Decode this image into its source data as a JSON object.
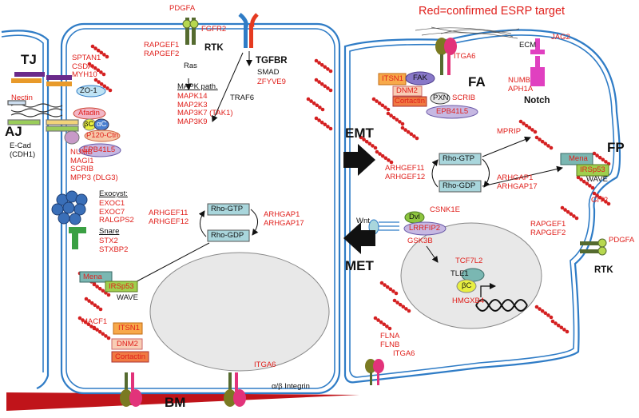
{
  "header": {
    "legend": "Red=confirmed ESRP target"
  },
  "left_cell": {
    "junctions": {
      "tight": "TJ",
      "adherens": "AJ"
    },
    "ecad_label": "E-Cad\n(CDH1)",
    "tj_targets": "SPTAN1\nCSDA\nMYH10",
    "zo1": "ZO-1",
    "nectin": "Nectin",
    "afadin": "Afadin",
    "beta_catenin": "βC",
    "alpha_catenin": "αC",
    "p120": "P120-Ctn",
    "epb41l5": "EPB41L5",
    "polarity_targets": "NUMB\nMAGI1\nSCRIB\nMPP3 (DLG3)",
    "exocyst_header": "Exocyst:",
    "exocyst_targets": "EXOC1\nEXOC7\nRALGPS2",
    "snare_header": "Snare",
    "snare_targets": "STX2\nSTXBP2",
    "pdgfa": "PDGFA",
    "fgfr2": "FGFR2",
    "rapgef": "RAPGEF1\nRAPGEF2",
    "rtk": "RTK",
    "tgfbr": "TGFBR",
    "ras": "Ras",
    "mapk_header": "MAPK path.",
    "mapk_targets": "MAPK14\nMAP2K3\nMAP3K7 (TAK1)\nMAP3K9",
    "smad": "SMAD",
    "zfyve9": "ZFYVE9",
    "traf6": "TRAF6",
    "rho_gef": "ARHGEF11\nARHGEF12",
    "rho_gtp": "Rho-GTP",
    "rho_gdp": "Rho-GDP",
    "rho_gap": "ARHGAP1\nARHGAP17",
    "mena": "Mena",
    "irsp53": "IRSp53",
    "wave": "WAVE",
    "macf1": "MACF1",
    "itsn1": "ITSN1",
    "dnm2": "DNM2",
    "cortactin": "Cortactin",
    "itga6": "ITGA6",
    "integrin": "α/β Integrin",
    "bm": "BM"
  },
  "arrows": {
    "emt": "EMT",
    "met": "MET"
  },
  "right_cell": {
    "ecm": "ECM",
    "itga6": "ITGA6",
    "jag2": "JAG2",
    "notch_targets": "NUMB\nAPH1A",
    "notch": "Notch",
    "itsn1": "ITSN1",
    "fak": "FAK",
    "fa": "FA",
    "dnm2": "DNM2",
    "cortactin": "Cortactin",
    "pxn": "PXN",
    "scrib": "SCRIB",
    "epb41l5": "EPB41L5",
    "mprip": "MPRIP",
    "fp": "FP",
    "rho_gef": "ARHGEF11\nARHGEF12",
    "rho_gtp": "Rho-GTP",
    "rho_gdp": "Rho-GDP",
    "rho_gap": "ARHGAP1\nARHGAP17",
    "mena": "Mena",
    "irsp53": "IRSp53",
    "wave": "WAVE",
    "git2": "GIT2",
    "wnt": "Wnt",
    "dvl": "Dvl",
    "csnk1e": "CSNK1E",
    "lrrfip2": "LRRFIP2",
    "gsk3b": "GSK3B",
    "rapgef": "RAPGEF1\nRAPGEF2",
    "pdgfa": "PDGFA",
    "rtk": "RTK",
    "tcf7l2": "TCF7L2",
    "tle1": "TLE1",
    "beta_catenin": "βC",
    "hmgxb4": "HMGXB4",
    "flna_flnb": "FLNA\nFLNB",
    "itga6_bottom": "ITGA6"
  },
  "colors": {
    "membrane": "#2f7cc6",
    "target_red": "#e0201c",
    "bm_red": "#c0141a",
    "nucleus_fill": "#e8e8e8",
    "box_teal": "#a9d6dc",
    "itsn1_orange": "#f7a94a",
    "dnm2_peach": "#f8cdb5",
    "cortactin_orange": "#f07a43",
    "irsp53_green": "#9fcf4d",
    "mena_teal": "#7ab7b2",
    "epb41l5_lavender": "#c6b8e2",
    "fak_purple": "#8878c8",
    "dvl_green": "#8ec63f",
    "olive": "#7a7a22",
    "pink": "#e2337a",
    "magenta": "#e040c0"
  }
}
